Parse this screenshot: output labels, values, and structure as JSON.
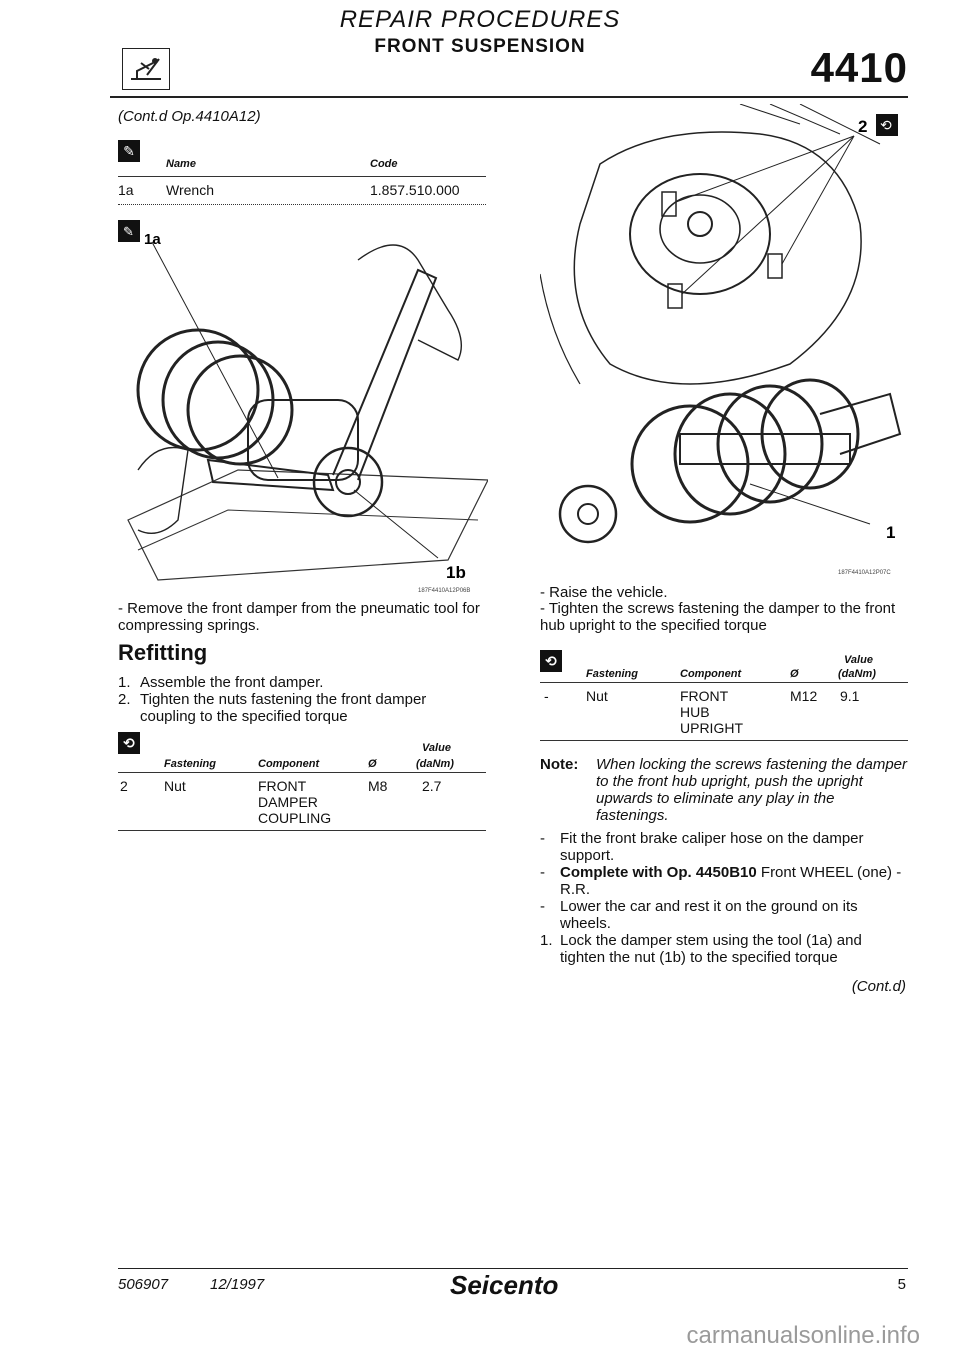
{
  "header": {
    "supertitle": "REPAIR PROCEDURES",
    "title": "FRONT SUSPENSION",
    "code": "4410"
  },
  "continued_from": "(Cont.d Op.4410A12)",
  "tools_table": {
    "headers": [
      "Name",
      "Code"
    ],
    "rows": [
      {
        "ref": "1a",
        "name": "Wrench",
        "code": "1.857.510.000"
      }
    ]
  },
  "figure1": {
    "label_top": "1a",
    "label_bottom": "1b",
    "code": "187F4410A12P06B"
  },
  "left_steps": [
    "- Remove the front damper from the pneumatic tool for compressing springs."
  ],
  "refitting": {
    "heading": "Refitting",
    "steps": [
      {
        "num": "1.",
        "text": "Assemble the front damper."
      },
      {
        "num": "2.",
        "text": "Tighten the nuts fastening the front damper coupling to the specified torque"
      }
    ]
  },
  "torque_table_left": {
    "headers": [
      "Fastening",
      "Component",
      "Ø",
      "Value",
      "(daNm)"
    ],
    "rows": [
      {
        "ref": "2",
        "fastening": "Nut",
        "component": [
          "FRONT",
          "DAMPER",
          "COUPLING"
        ],
        "dia": "M8",
        "value": "2.7"
      }
    ]
  },
  "figure2": {
    "label_top": "2",
    "label_bottom": "1",
    "code": "187F4410A12P07C"
  },
  "right_steps": [
    "- Raise the vehicle.",
    "- Tighten the screws fastening the damper to the front hub upright to the specified torque"
  ],
  "torque_table_right": {
    "headers": [
      "Fastening",
      "Component",
      "Ø",
      "Value",
      "(daNm)"
    ],
    "rows": [
      {
        "ref": "-",
        "fastening": "Nut",
        "component": [
          "FRONT",
          "HUB",
          "UPRIGHT"
        ],
        "dia": "M12",
        "value": "9.1"
      }
    ]
  },
  "note": {
    "label": "Note:",
    "text": "When locking the screws fastening the damper to the front hub upright, push the upright upwards to eliminate any play in the fastenings."
  },
  "right_steps_2": [
    {
      "num": "-",
      "text": "Fit the front brake caliper hose on the damper support."
    },
    {
      "num": "-",
      "bold": "Complete with Op. 4450B10",
      "text": " Front WHEEL (one) - R.R."
    },
    {
      "num": "-",
      "text": "Lower the car and rest it on the ground on its wheels."
    },
    {
      "num": "1.",
      "text": "Lock the damper stem using the tool (1a) and tighten the nut (1b) to the specified torque"
    }
  ],
  "continued_to": "(Cont.d)",
  "footer": {
    "doc_number": "506907",
    "date": "12/1997",
    "brand": "Seicento",
    "page": "5"
  },
  "watermark": "carmanualsonline.info",
  "icons": {
    "header": "suspension-icon",
    "tool": "wrench-icon",
    "torque": "torque-icon"
  }
}
